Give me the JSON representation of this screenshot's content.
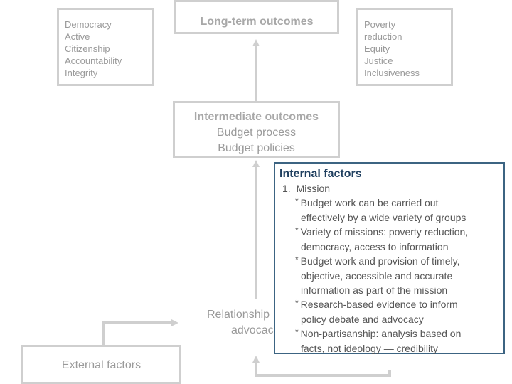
{
  "top_left_values": [
    "Democracy",
    "Active",
    "Citizenship",
    "Accountability",
    "Integrity"
  ],
  "long_term": {
    "label": "Long-term outcomes"
  },
  "top_right_values": [
    "Poverty",
    "reduction",
    "Equity",
    "Justice",
    "Inclusiveness"
  ],
  "intermediate": {
    "title": "Intermediate outcomes",
    "lines": [
      "Budget process",
      "Budget policies"
    ]
  },
  "relationships": {
    "lines": [
      "Relationship",
      "advocac"
    ]
  },
  "external": {
    "label": "External factors"
  },
  "internal": {
    "title": "Internal factors",
    "item_number": "1.",
    "item_label": "Mission",
    "bullets": [
      {
        "symbol": "*",
        "lines": [
          "Budget work can be carried out",
          "effectively by a wide variety of groups"
        ]
      },
      {
        "symbol": "*",
        "lines": [
          "Variety of missions: poverty reduction,",
          "democracy, access to information"
        ]
      },
      {
        "symbol": "*",
        "lines": [
          "Budget work and provision of timely,",
          "objective, accessible and accurate",
          "information as part of the mission"
        ]
      },
      {
        "symbol": "*",
        "lines": [
          "Research-based evidence to inform",
          "policy debate and advocacy"
        ]
      },
      {
        "symbol": "*",
        "lines": [
          "Non-partisanship: analysis based on",
          "facts, not ideology — credibility"
        ]
      }
    ]
  },
  "colors": {
    "box_border": "#cfcfcf",
    "muted_text": "#9a9a9a",
    "arrow": "#cfcfcf",
    "callout_border": "#3c6482",
    "callout_title": "#1f3f5f"
  }
}
